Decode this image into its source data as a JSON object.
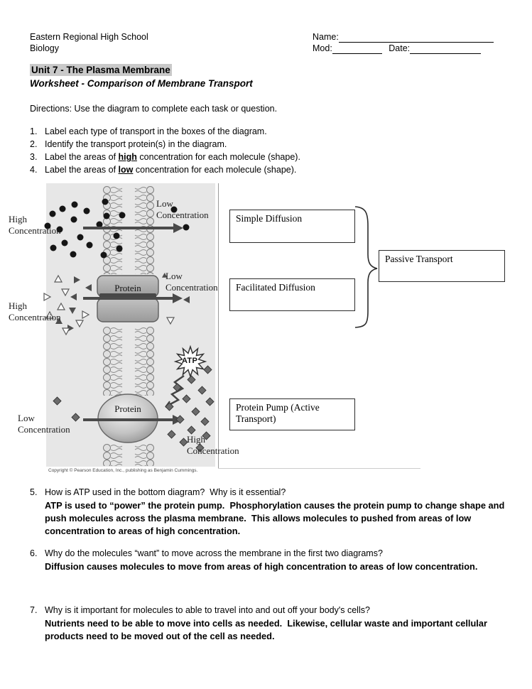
{
  "colors": {
    "title_highlight": "#c9c9c9",
    "diagram_background": "#e7e7e7",
    "ink": "#000000",
    "arrow_gray": "#4a4a4a"
  },
  "header": {
    "school": "Eastern Regional High School",
    "course": "Biology",
    "name_label": "Name:",
    "mod_label": "Mod:",
    "date_label": "Date:"
  },
  "title": {
    "unit": "Unit 7 - The Plasma Membrane",
    "worksheet": "Worksheet - Comparison of Membrane Transport"
  },
  "directions": "Directions: Use the diagram to complete each task or question.",
  "tasks": [
    {
      "num": "1.",
      "pre": "Label each type of transport in the boxes of the diagram.",
      "em": "",
      "post": ""
    },
    {
      "num": "2.",
      "pre": "Identify the transport protein(s) in the diagram.",
      "em": "",
      "post": ""
    },
    {
      "num": "3.",
      "pre": "Label the areas of ",
      "em": "high",
      "post": " concentration for each molecule (shape)."
    },
    {
      "num": "4.",
      "pre": "Label the areas of ",
      "em": "low",
      "post": " concentration for each molecule (shape)."
    }
  ],
  "diagram": {
    "labels": {
      "high_top": "High Concentration",
      "low_top": "Low Concentration",
      "high_mid": "High Concentration",
      "low_mid": "Low Concentration",
      "low_bottom": "Low Concentration",
      "high_bottom": "High Concentration",
      "protein_channel": "Protein",
      "protein_pump": "Protein",
      "atp": "ATP",
      "copyright": "Copyright © Pearson Education, Inc., publishing as Benjamin Cummings."
    },
    "boxes": {
      "simple": "Simple Diffusion",
      "facilitated": "Facilitated Diffusion",
      "passive": "Passive Transport",
      "pump": "Protein Pump (Active Transport)"
    }
  },
  "questions": [
    {
      "num": "5.",
      "question": "How is ATP used in the bottom diagram?  Why is it essential?",
      "answer": "ATP is used to “power” the protein pump.  Phosphorylation causes the protein pump to change shape and push molecules across the plasma membrane.  This allows molecules to pushed from areas of low concentration to areas of high concentration."
    },
    {
      "num": "6.",
      "question": "Why do the molecules “want” to move across the membrane in the first two diagrams?",
      "answer": "Diffusion causes molecules to move from areas of high concentration to areas of low concentration."
    },
    {
      "num": "7.",
      "question": "Why is it important for molecules to able to travel into and out off your body's cells?",
      "answer": "Nutrients need to be able to move into cells as needed.  Likewise, cellular waste and important cellular products need to be moved out of the cell as needed."
    }
  ]
}
